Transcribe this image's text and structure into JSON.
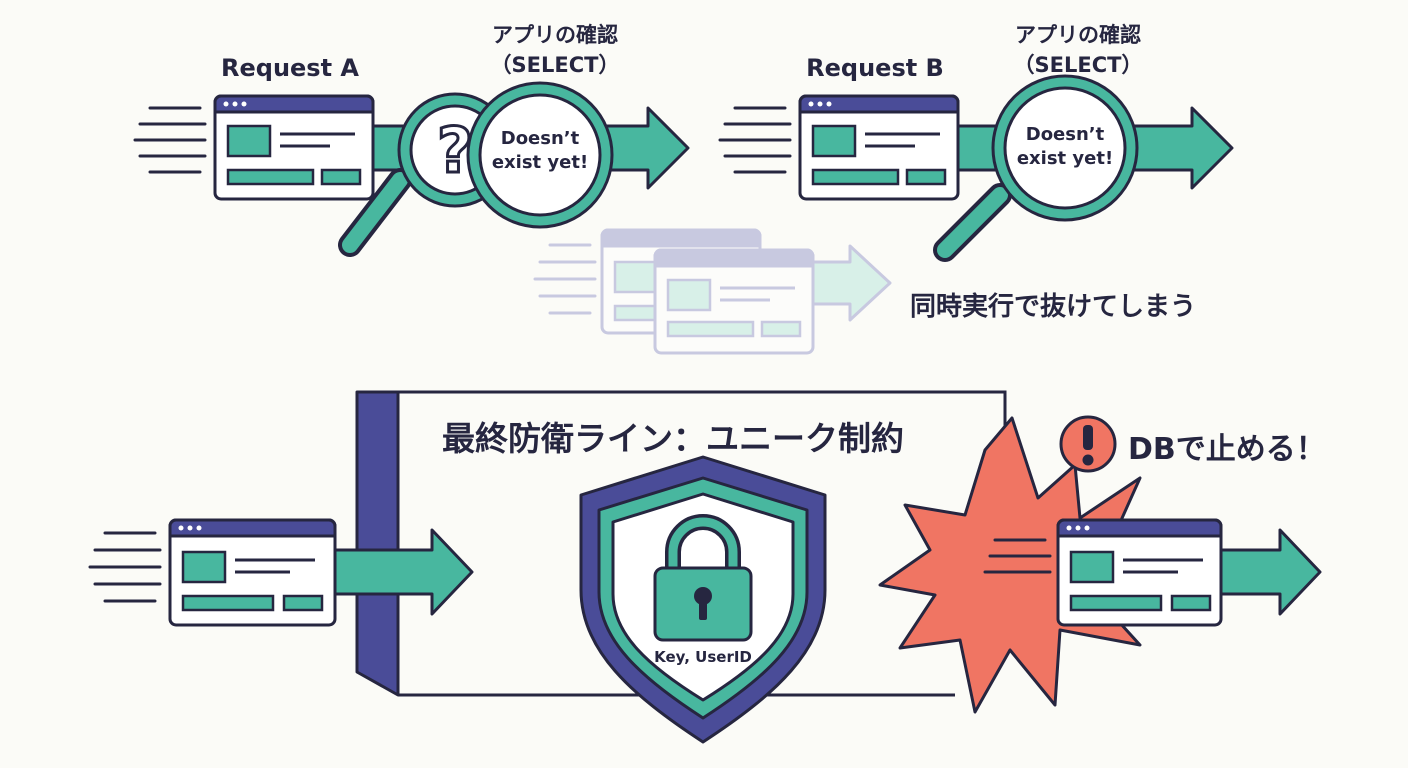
{
  "request_a": {
    "title": "Request A",
    "check_label": "アプリの確認",
    "check_sub": "（SELECT）",
    "lens_text": "Doesn’t exist yet!",
    "icon": "magnifier-question-icon"
  },
  "request_b": {
    "title": "Request B",
    "check_label": "アプリの確認",
    "check_sub": "（SELECT）",
    "lens_text": "Doesn’t exist yet!",
    "icon": "magnifier-icon"
  },
  "concurrent": {
    "label": "同時実行で抜けてしまう"
  },
  "defense": {
    "title": "最終防衛ライン：ユニーク制約",
    "shield_label": "Key, UserID",
    "shield_icon": "padlock-shield-icon",
    "stop_label": "DBで止める！",
    "alert_icon": "exclamation-icon"
  },
  "colors": {
    "ink": "#262640",
    "navy": "#4a4c98",
    "teal": "#48b79f",
    "teal_light": "#aee3d6",
    "burst": "#f07563",
    "window_bg": "#ffffff",
    "ghost": "#8c8ec6"
  }
}
